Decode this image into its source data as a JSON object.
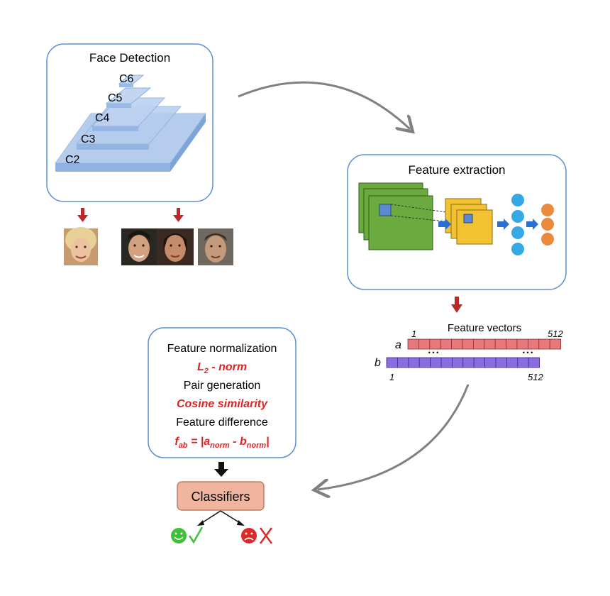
{
  "face_detection": {
    "title": "Face Detection",
    "levels": [
      "C2",
      "C3",
      "C4",
      "C5",
      "C6"
    ]
  },
  "feature_extraction": {
    "title": "Feature extraction"
  },
  "feature_vectors": {
    "title": "Feature vectors",
    "a_label": "a",
    "b_label": "b",
    "a_start": "1",
    "a_end": "512",
    "b_start": "1",
    "b_end": "512",
    "ellipsis": "• • •"
  },
  "processing": {
    "lines": [
      {
        "text": "Feature normalization",
        "style": "plain"
      },
      {
        "text": "L",
        "sub": "2",
        "after": " - norm",
        "style": "red"
      },
      {
        "text": "Pair generation",
        "style": "plain"
      },
      {
        "text": "Cosine similarity",
        "style": "red"
      },
      {
        "text": "Feature difference",
        "style": "plain"
      },
      {
        "text": "f",
        "sub": "ab",
        "after": " = |a",
        "sub2": "norm",
        "after2": " - b",
        "sub3": "norm",
        "after3": "|",
        "style": "red"
      }
    ]
  },
  "classifiers": {
    "label": "Classifiers",
    "match_icon": "smiley-green-icon",
    "check_icon": "check-icon",
    "mismatch_icon": "sad-red-icon",
    "cross_icon": "cross-icon"
  },
  "colors": {
    "box_border": "#5b8fd4",
    "pyramid": "#a9c4ea",
    "red_text": "#e02222",
    "down_arrow": "#b8292a",
    "vec_a": "#e8787a",
    "vec_b": "#8a6ce0",
    "green_block": "#6aaa3f",
    "yellow_block": "#f2c233",
    "neuron_blue": "#35a9e6",
    "neuron_orange": "#e98a3c",
    "classifier_fill": "#f0b59e"
  }
}
